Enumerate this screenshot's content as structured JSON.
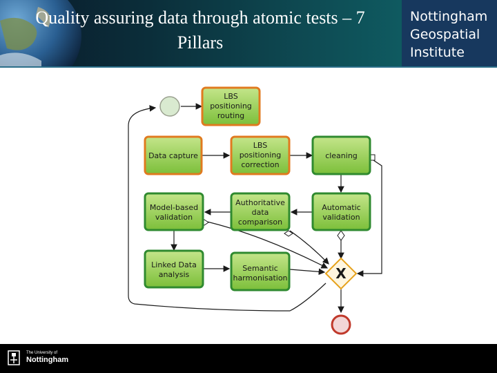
{
  "header": {
    "title_line1": "Quality assuring data through atomic tests – 7",
    "title_line2": "Pillars",
    "institute": [
      "Nottingham",
      "Geospatial",
      "Institute"
    ]
  },
  "footer": {
    "university_small": "The University of",
    "university_name": "Nottingham"
  },
  "diagram": {
    "nodes": {
      "lbs_routing": [
        "LBS",
        "positioning",
        "routing"
      ],
      "data_capture": [
        "Data capture"
      ],
      "lbs_correction": [
        "LBS",
        "positioning",
        "correction"
      ],
      "cleaning": [
        "cleaning"
      ],
      "model_validation": [
        "Model-based",
        "validation"
      ],
      "authoritative": [
        "Authoritative",
        "data",
        "comparison"
      ],
      "automatic_validation": [
        "Automatic",
        "validation"
      ],
      "linked_data": [
        "Linked Data",
        "analysis"
      ],
      "semantic": [
        "Semantic",
        "harmonisation"
      ]
    },
    "gateway_symbol": "X",
    "colors": {
      "task_fill": "#8cc63f",
      "task_border_green": "#2f8a2f",
      "task_border_orange": "#e07a1f",
      "start_fill": "#d9ead0",
      "end_border": "#c0392b",
      "gateway_border": "#e6a11a"
    }
  }
}
